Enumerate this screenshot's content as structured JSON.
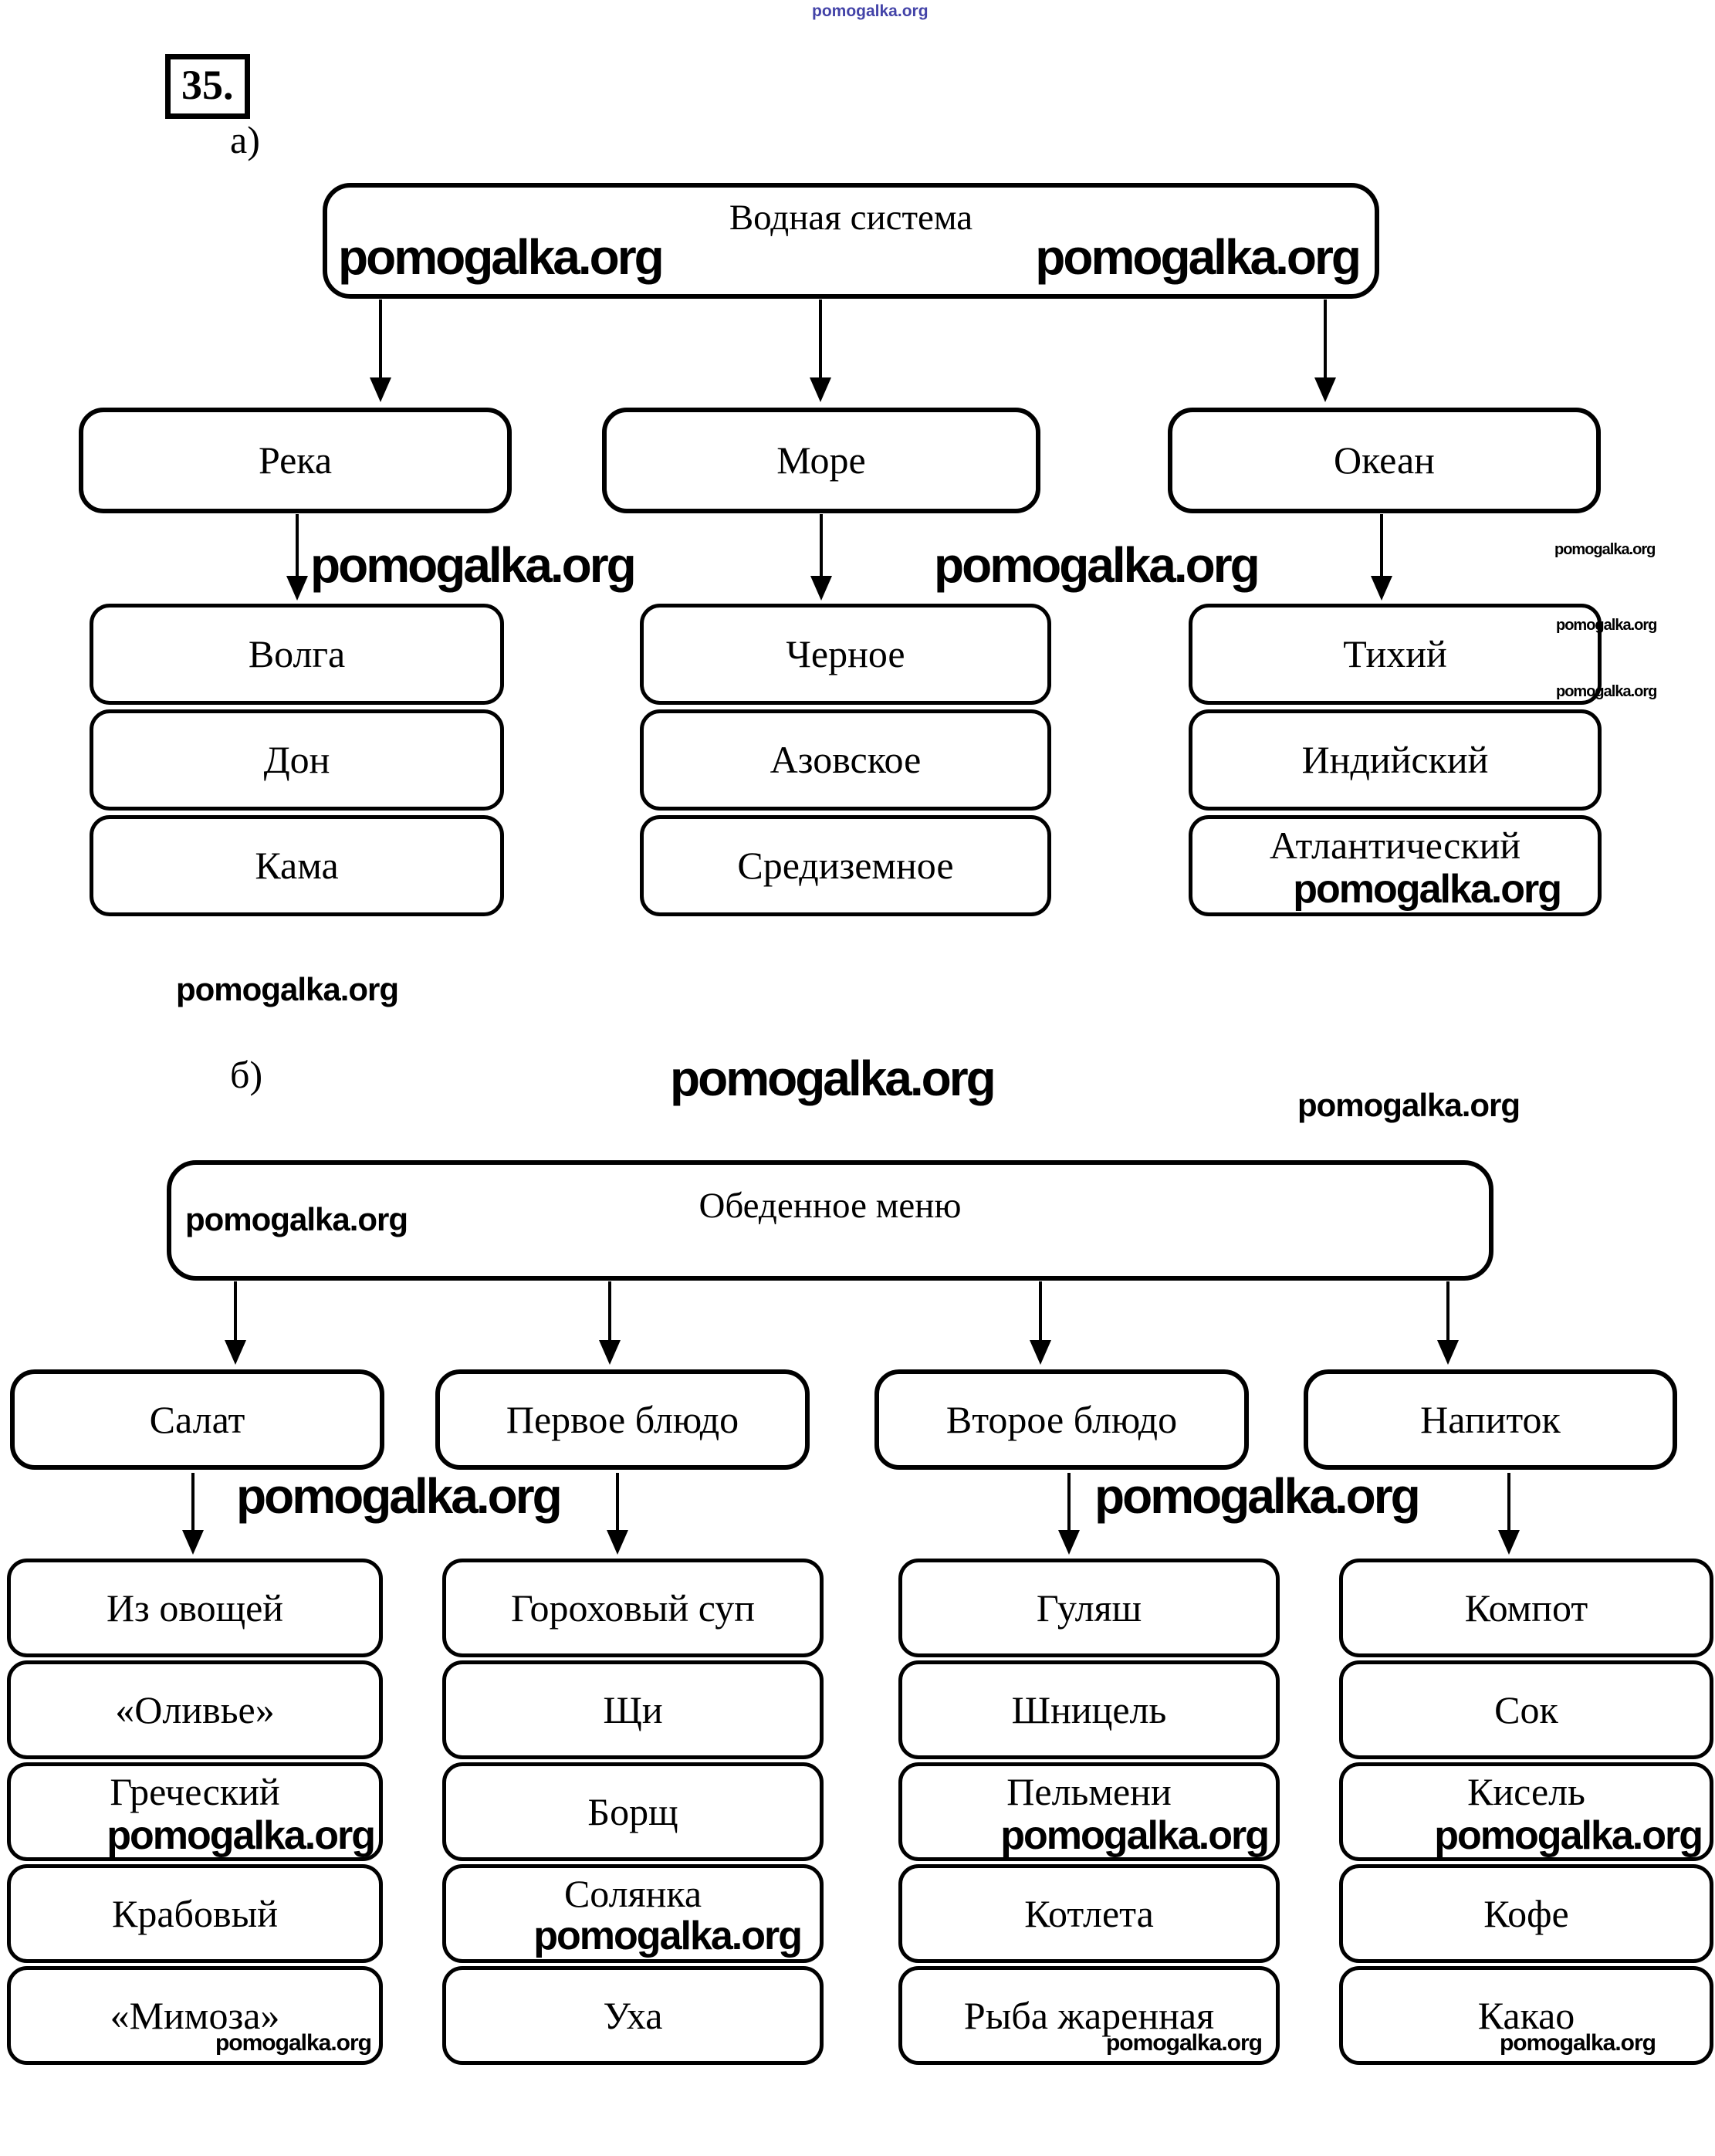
{
  "watermark": {
    "text": "pomogalka.org"
  },
  "labels": {
    "exercise_number": "35.",
    "part_a": "а)",
    "part_b": "б)"
  },
  "tree_a": {
    "root": "Водная система",
    "children": [
      {
        "label": "Река",
        "items": [
          "Волга",
          "Дон",
          "Кама"
        ]
      },
      {
        "label": "Море",
        "items": [
          "Черное",
          "Азовское",
          "Средиземное"
        ]
      },
      {
        "label": "Океан",
        "items": [
          "Тихий",
          "Индийский",
          "Атлантический"
        ]
      }
    ]
  },
  "tree_b": {
    "root": "Обеденное меню",
    "children": [
      {
        "label": "Салат",
        "items": [
          "Из овощей",
          "«Оливье»",
          "Греческий",
          "Крабовый",
          "«Мимоза»"
        ]
      },
      {
        "label": "Первое блюдо",
        "items": [
          "Гороховый суп",
          "Щи",
          "Борщ",
          "Солянка",
          "Уха"
        ]
      },
      {
        "label": "Второе блюдо",
        "items": [
          "Гуляш",
          "Шницель",
          "Пельмени",
          "Котлета",
          "Рыба жаренная"
        ]
      },
      {
        "label": "Напиток",
        "items": [
          "Компот",
          "Сок",
          "Кисель",
          "Кофе",
          "Какао"
        ]
      }
    ]
  },
  "colors": {
    "ink": "#000000",
    "paper": "#ffffff",
    "watermark_blue": "#4343a8"
  }
}
